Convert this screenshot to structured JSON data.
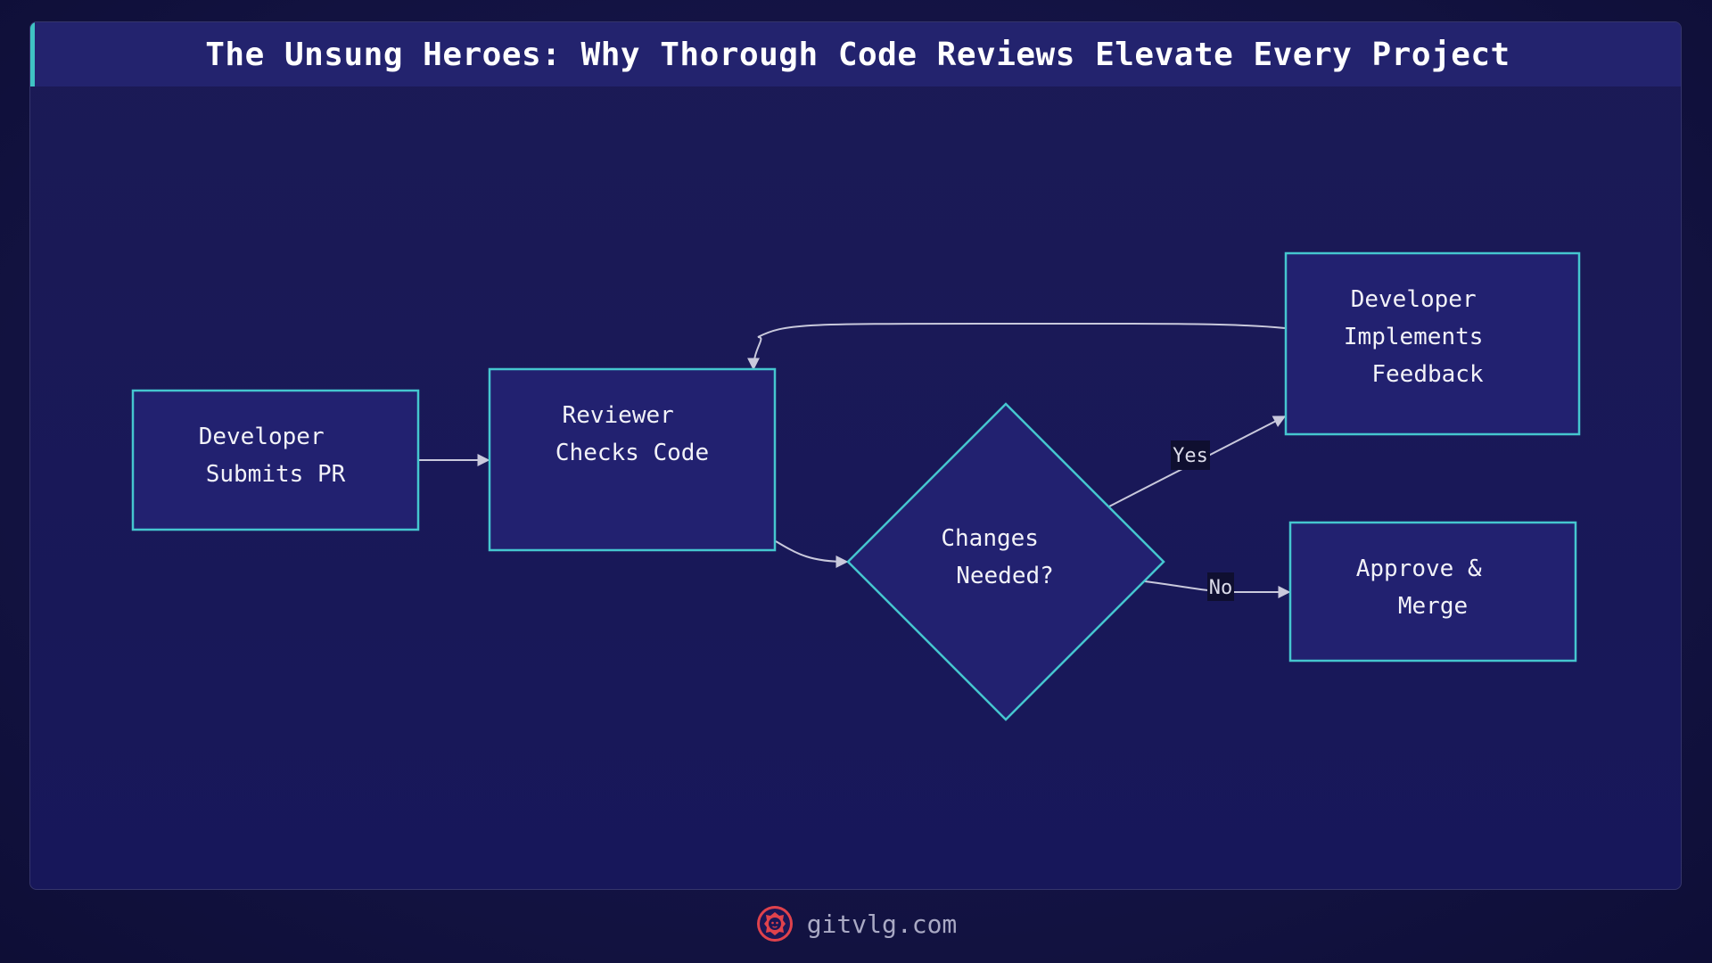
{
  "title": "The Unsung Heroes: Why Thorough Code Reviews Elevate Every Project",
  "nodes": {
    "submit": [
      "Developer",
      "Submits PR"
    ],
    "review": [
      "Reviewer",
      "Checks Code"
    ],
    "decision": [
      "Changes",
      "Needed?"
    ],
    "implement": [
      "Developer",
      "Implements",
      "Feedback"
    ],
    "approve": [
      "Approve &",
      "Merge"
    ]
  },
  "edges": {
    "yes_label": "Yes",
    "no_label": "No"
  },
  "footer": {
    "site": "gitvlg.com",
    "logo_icon": "lion-logo-icon"
  },
  "colors": {
    "node_fill": "#222170",
    "node_stroke": "#45c6cf",
    "accent": "#3fc3c3",
    "logo": "#e0424c"
  }
}
